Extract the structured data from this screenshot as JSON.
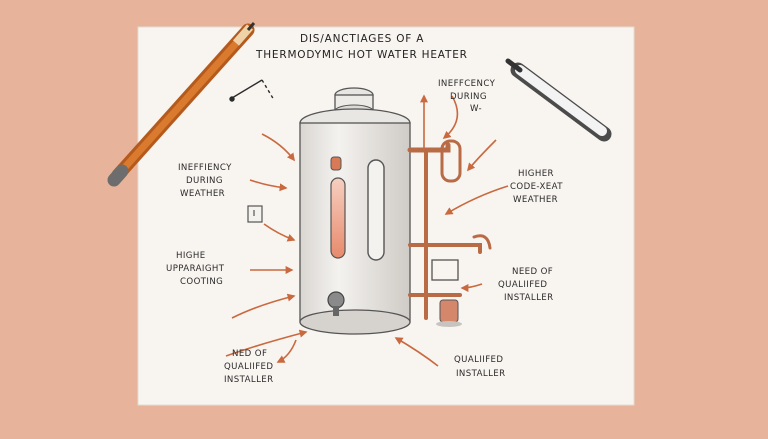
{
  "title": {
    "line1": "DIS/ANCTIAGES OF A",
    "line2": "THERMODYMIC HOT WATER HEATER"
  },
  "labels": {
    "top_right": [
      "INEFFCENCY",
      "DURING",
      "W-"
    ],
    "left_upper": [
      "INEFFIENCY",
      "DURING",
      "WEATHER"
    ],
    "right_middle": [
      "HIGHER",
      "CODE-XEAT",
      "WEATHER"
    ],
    "left_lower": [
      "HIGHE",
      "UPPARAIGHT",
      "COOTING"
    ],
    "right_lower": [
      "NEED OF",
      "QUALIIFED",
      "INSTALLER"
    ],
    "bottom_left": [
      "NED OF",
      "QUALIIFED",
      "INSTALLER"
    ],
    "bottom_right": [
      "QUALIIFED",
      "INSTALLER"
    ]
  },
  "colors": {
    "background": "#e7b49b",
    "paper": "#f8f4f0",
    "arrow": "#c9693f",
    "ink": "#2b2b2b"
  }
}
